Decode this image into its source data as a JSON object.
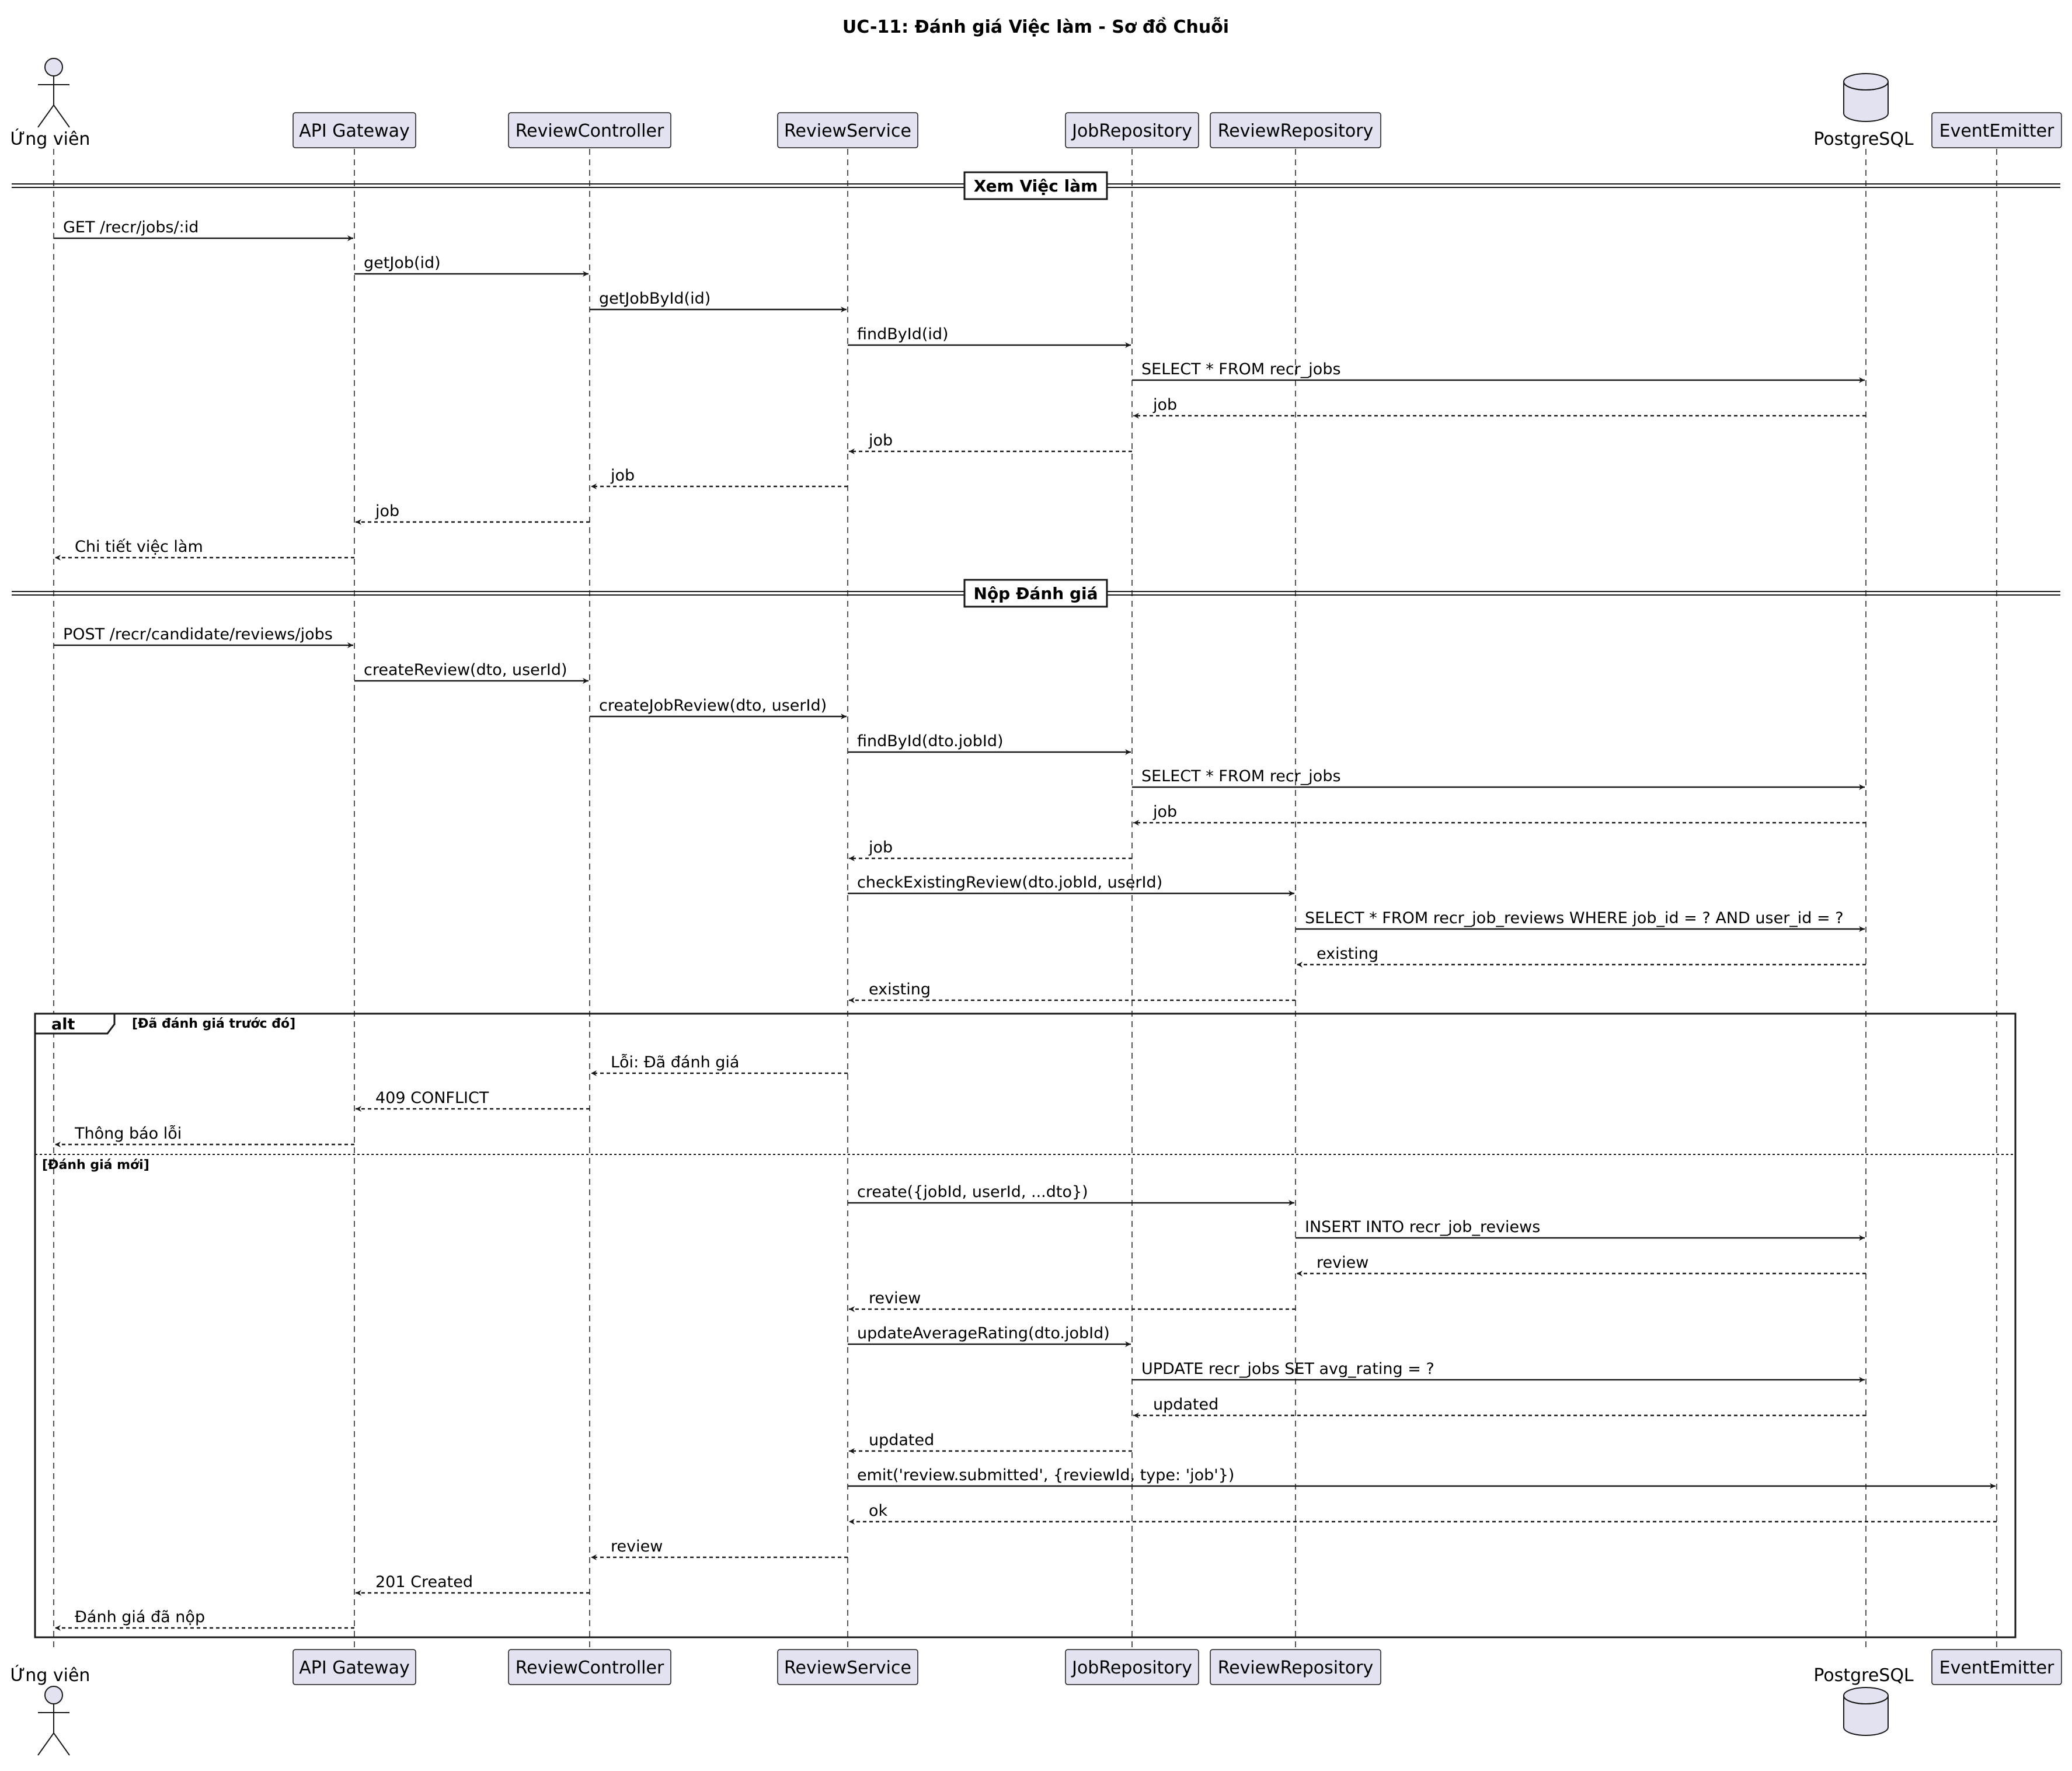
{
  "title": "UC-11: Đánh giá Việc làm - Sơ đồ Chuỗi",
  "colors": {
    "participant_fill": "#E2E2F0",
    "line": "#181818",
    "background": "#FFFFFF"
  },
  "participants": [
    {
      "id": "candidate",
      "label": "Ứng viên",
      "kind": "actor"
    },
    {
      "id": "gateway",
      "label": "API Gateway",
      "kind": "box"
    },
    {
      "id": "controller",
      "label": "ReviewController",
      "kind": "box"
    },
    {
      "id": "service",
      "label": "ReviewService",
      "kind": "box"
    },
    {
      "id": "jobrepo",
      "label": "JobRepository",
      "kind": "box"
    },
    {
      "id": "reviewrepo",
      "label": "ReviewRepository",
      "kind": "box"
    },
    {
      "id": "postgres",
      "label": "PostgreSQL",
      "kind": "database"
    },
    {
      "id": "emitter",
      "label": "EventEmitter",
      "kind": "box"
    }
  ],
  "dividers": [
    {
      "label": "Xem Việc làm"
    },
    {
      "label": "Nộp Đánh giá"
    }
  ],
  "alt": {
    "keyword": "alt",
    "guard_1": "[Đã đánh giá trước đó]",
    "guard_2": "[Đánh giá mới]"
  },
  "messages": [
    {
      "from": "candidate",
      "to": "gateway",
      "label": "GET /recr/jobs/:id",
      "kind": "call"
    },
    {
      "from": "gateway",
      "to": "controller",
      "label": "getJob(id)",
      "kind": "call"
    },
    {
      "from": "controller",
      "to": "service",
      "label": "getJobById(id)",
      "kind": "call"
    },
    {
      "from": "service",
      "to": "jobrepo",
      "label": "findById(id)",
      "kind": "call"
    },
    {
      "from": "jobrepo",
      "to": "postgres",
      "label": "SELECT * FROM recr_jobs",
      "kind": "call"
    },
    {
      "from": "postgres",
      "to": "jobrepo",
      "label": "job",
      "kind": "return"
    },
    {
      "from": "jobrepo",
      "to": "service",
      "label": "job",
      "kind": "return"
    },
    {
      "from": "service",
      "to": "controller",
      "label": "job",
      "kind": "return"
    },
    {
      "from": "controller",
      "to": "gateway",
      "label": "job",
      "kind": "return"
    },
    {
      "from": "gateway",
      "to": "candidate",
      "label": "Chi tiết việc làm",
      "kind": "return"
    },
    {
      "from": "candidate",
      "to": "gateway",
      "label": "POST /recr/candidate/reviews/jobs",
      "kind": "call"
    },
    {
      "from": "gateway",
      "to": "controller",
      "label": "createReview(dto, userId)",
      "kind": "call"
    },
    {
      "from": "controller",
      "to": "service",
      "label": "createJobReview(dto, userId)",
      "kind": "call"
    },
    {
      "from": "service",
      "to": "jobrepo",
      "label": "findById(dto.jobId)",
      "kind": "call"
    },
    {
      "from": "jobrepo",
      "to": "postgres",
      "label": "SELECT * FROM recr_jobs",
      "kind": "call"
    },
    {
      "from": "postgres",
      "to": "jobrepo",
      "label": "job",
      "kind": "return"
    },
    {
      "from": "jobrepo",
      "to": "service",
      "label": "job",
      "kind": "return"
    },
    {
      "from": "service",
      "to": "reviewrepo",
      "label": "checkExistingReview(dto.jobId, userId)",
      "kind": "call"
    },
    {
      "from": "reviewrepo",
      "to": "postgres",
      "label": "SELECT * FROM recr_job_reviews WHERE job_id = ? AND user_id = ?",
      "kind": "call"
    },
    {
      "from": "postgres",
      "to": "reviewrepo",
      "label": "existing",
      "kind": "return"
    },
    {
      "from": "reviewrepo",
      "to": "service",
      "label": "existing",
      "kind": "return"
    },
    {
      "from": "service",
      "to": "controller",
      "label": "Lỗi: Đã đánh giá",
      "kind": "return"
    },
    {
      "from": "controller",
      "to": "gateway",
      "label": "409 CONFLICT",
      "kind": "return"
    },
    {
      "from": "gateway",
      "to": "candidate",
      "label": "Thông báo lỗi",
      "kind": "return"
    },
    {
      "from": "service",
      "to": "reviewrepo",
      "label": "create({jobId, userId, ...dto})",
      "kind": "call"
    },
    {
      "from": "reviewrepo",
      "to": "postgres",
      "label": "INSERT INTO recr_job_reviews",
      "kind": "call"
    },
    {
      "from": "postgres",
      "to": "reviewrepo",
      "label": "review",
      "kind": "return"
    },
    {
      "from": "reviewrepo",
      "to": "service",
      "label": "review",
      "kind": "return"
    },
    {
      "from": "service",
      "to": "jobrepo",
      "label": "updateAverageRating(dto.jobId)",
      "kind": "call"
    },
    {
      "from": "jobrepo",
      "to": "postgres",
      "label": "UPDATE recr_jobs SET avg_rating = ?",
      "kind": "call"
    },
    {
      "from": "postgres",
      "to": "jobrepo",
      "label": "updated",
      "kind": "return"
    },
    {
      "from": "jobrepo",
      "to": "service",
      "label": "updated",
      "kind": "return"
    },
    {
      "from": "service",
      "to": "emitter",
      "label": "emit('review.submitted', {reviewId, type: 'job'})",
      "kind": "call"
    },
    {
      "from": "emitter",
      "to": "service",
      "label": "ok",
      "kind": "return"
    },
    {
      "from": "service",
      "to": "controller",
      "label": "review",
      "kind": "return"
    },
    {
      "from": "controller",
      "to": "gateway",
      "label": "201 Created",
      "kind": "return"
    },
    {
      "from": "gateway",
      "to": "candidate",
      "label": "Đánh giá đã nộp",
      "kind": "return"
    }
  ]
}
